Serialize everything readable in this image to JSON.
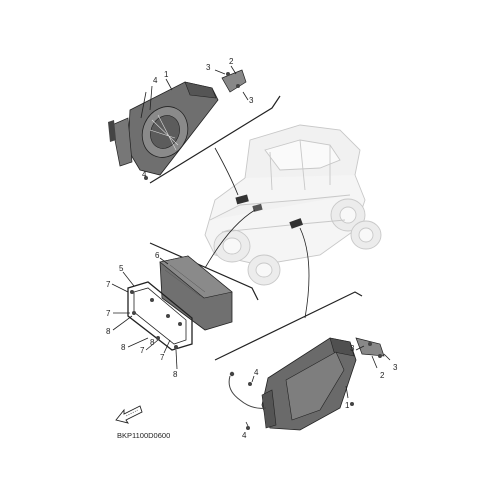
{
  "diagram_code": "BKP1100D0600",
  "callouts": {
    "top": {
      "c1": "1",
      "c2": "2",
      "c3a": "3",
      "c3b": "3",
      "c4a": "4",
      "c4b": "4"
    },
    "left": {
      "c5": "5",
      "c6": "6",
      "c7a": "7",
      "c7b": "7",
      "c7c": "7",
      "c7d": "7",
      "c8a": "8",
      "c8b": "8",
      "c8c": "8",
      "c8d": "8"
    },
    "right": {
      "c1": "1",
      "c2": "2",
      "c3a": "3",
      "c3b": "3",
      "c4a": "4",
      "c4b": "4"
    }
  },
  "icons": {
    "front_arrow": "front-arrow-icon"
  }
}
